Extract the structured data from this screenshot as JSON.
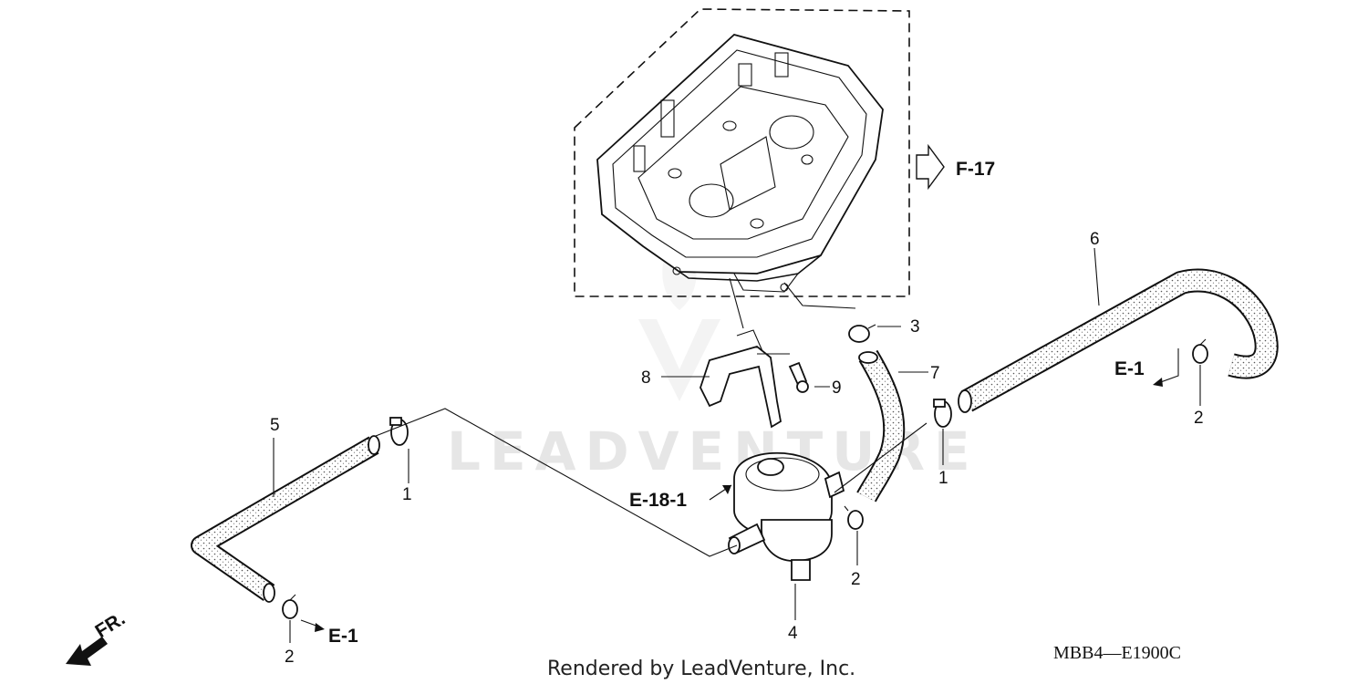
{
  "watermark": {
    "text": "LEADVENTURE"
  },
  "references": {
    "f17": "F-17",
    "e1_left": "E-1",
    "e1_right": "E-1",
    "e18_1": "E-18-1"
  },
  "callouts": {
    "c1_left": "1",
    "c1_right": "1",
    "c2_left": "2",
    "c2_mid": "2",
    "c2_right": "2",
    "c3": "3",
    "c4": "4",
    "c5": "5",
    "c6": "6",
    "c7": "7",
    "c8": "8",
    "c9": "9"
  },
  "front_indicator": "FR.",
  "footer": {
    "rendered_by": "Rendered by LeadVenture, Inc.",
    "diagram_code": "MBB4—E1900C"
  }
}
